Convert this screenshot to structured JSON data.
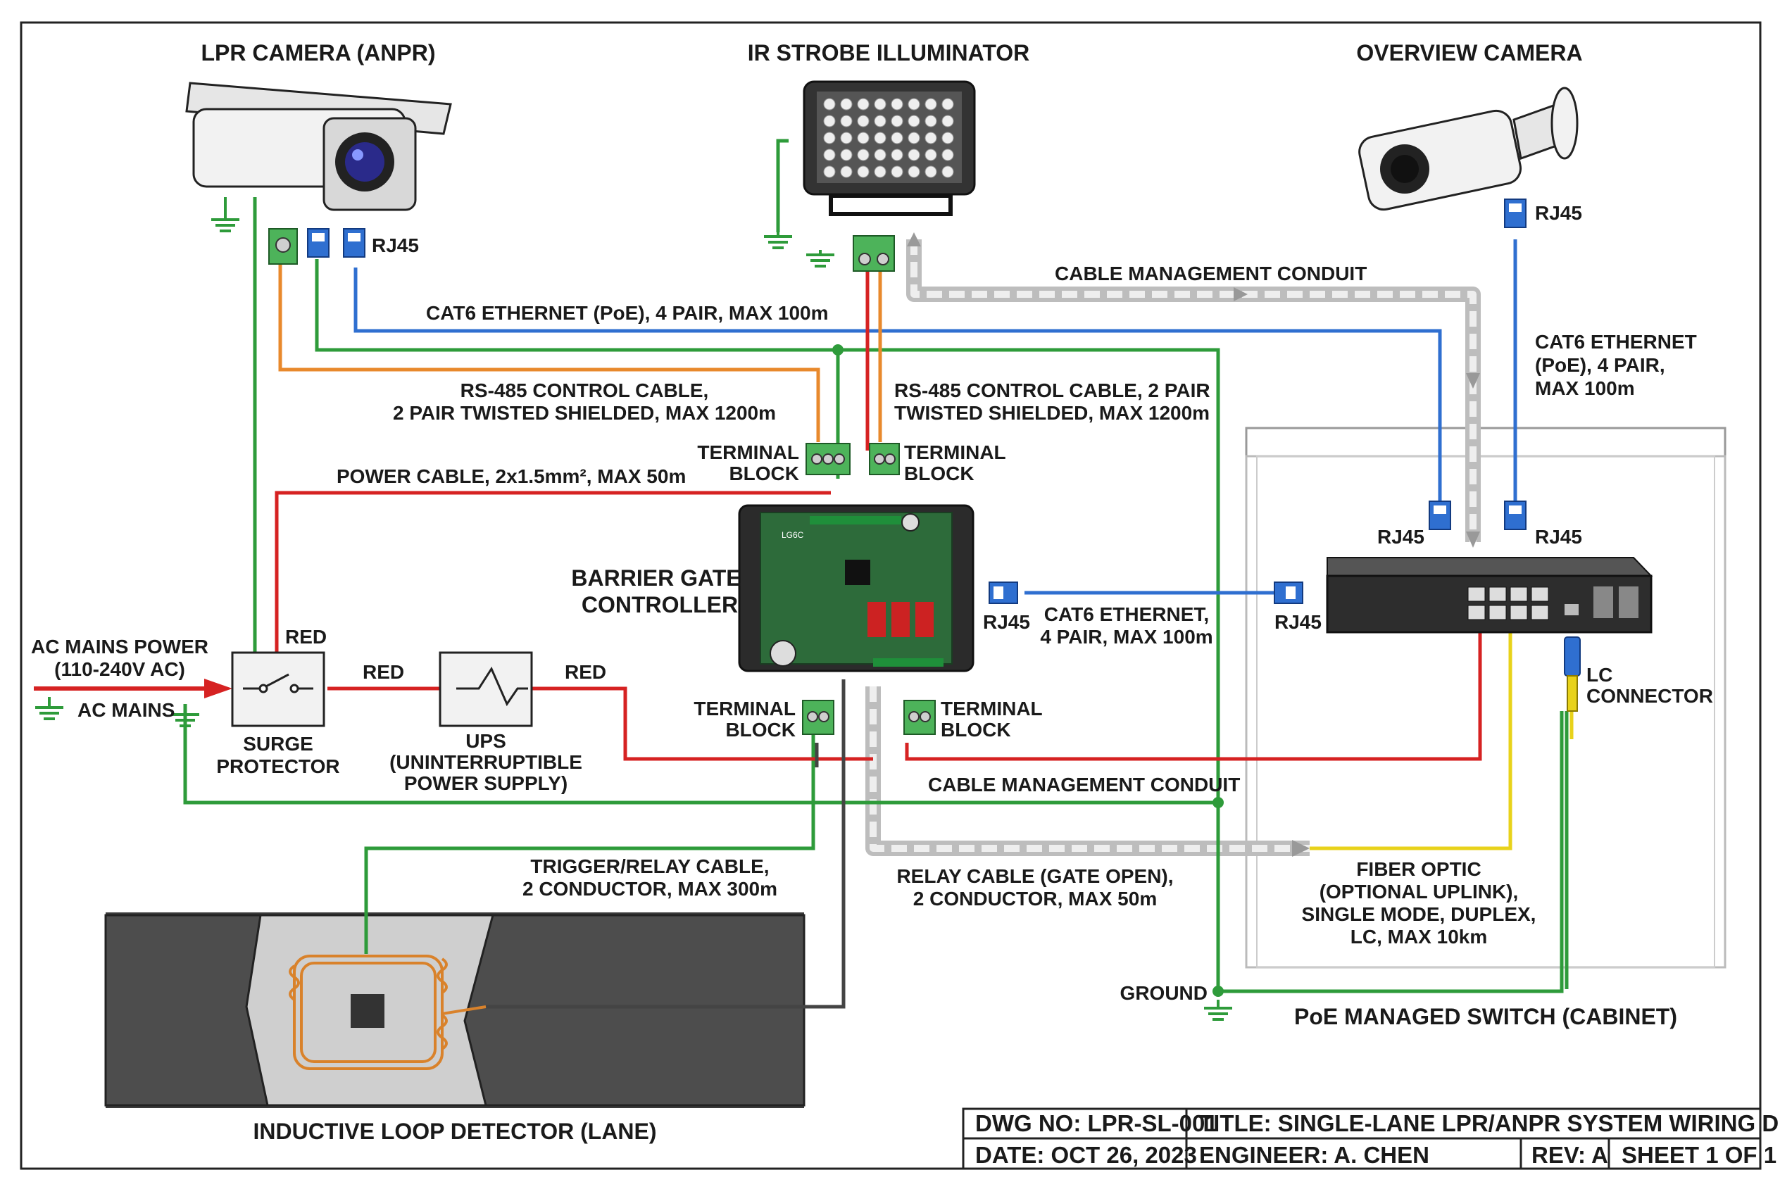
{
  "devices": {
    "lpr_camera": "LPR CAMERA (ANPR)",
    "ir_strobe": "IR STROBE ILLUMINATOR",
    "overview_camera": "OVERVIEW CAMERA",
    "controller": [
      "BARRIER GATE",
      "CONTROLLER"
    ],
    "surge": [
      "SURGE",
      "PROTECTOR"
    ],
    "ups": [
      "UPS",
      "(UNINTERRUPTIBLE",
      "POWER SUPPLY)"
    ],
    "loop": "INDUCTIVE LOOP DETECTOR (LANE)",
    "switch": "PoE MANAGED SWITCH (CABINET)",
    "controller_brand": "LG6C"
  },
  "labels": {
    "rj45": "RJ45",
    "ac_mains_power": [
      "AC MAINS POWER",
      "(110-240V AC)"
    ],
    "ac_mains": "AC MAINS",
    "red": "RED",
    "terminal_block": [
      "TERMINAL",
      "BLOCK"
    ],
    "ground": "GROUND",
    "lc_connector": [
      "LC",
      "CONNECTOR"
    ]
  },
  "cables": {
    "cat6_poe_top": "CAT6 ETHERNET (PoE), 4 PAIR, MAX 100m",
    "cable_conduit_top": "CABLE MANAGEMENT CONDUIT",
    "cat6_poe_right": [
      "CAT6 ETHERNET",
      "(PoE), 4 PAIR,",
      "MAX 100m"
    ],
    "rs485_left": [
      "RS-485 CONTROL CABLE,",
      "2 PAIR TWISTED SHIELDED, MAX 1200m"
    ],
    "rs485_right": [
      "RS-485 CONTROL CABLE, 2 PAIR",
      "TWISTED SHIELDED, MAX 1200m"
    ],
    "power_cable": "POWER CABLE, 2x1.5mm², MAX 50m",
    "cat6_mid": [
      "CAT6 ETHERNET,",
      "4 PAIR, MAX 100m"
    ],
    "cable_conduit_bottom": "CABLE MANAGEMENT CONDUIT",
    "trigger": [
      "TRIGGER/RELAY CABLE,",
      "2 CONDUCTOR, MAX 300m"
    ],
    "relay": [
      "RELAY CABLE (GATE OPEN),",
      "2 CONDUCTOR, MAX 50m"
    ],
    "fiber": [
      "FIBER OPTIC",
      "(OPTIONAL UPLINK),",
      "SINGLE MODE, DUPLEX,",
      "LC, MAX 10km"
    ]
  },
  "title_block": {
    "dwg_no": "DWG NO: LPR-SL-001",
    "title": "TITLE: SINGLE-LANE LPR/ANPR SYSTEM WIRING DIAGRAM",
    "date": "DATE: OCT 26, 2023",
    "engineer": "ENGINEER: A. CHEN",
    "rev": "REV: A",
    "sheet": "SHEET 1 OF 1"
  },
  "colors": {
    "ethernet": "#2f6fd0",
    "ground": "#2e9b3a",
    "power": "#d62222",
    "rs485": "#e8892c",
    "fiber": "#e8d21a",
    "relay": "#444444",
    "conduit": "#bdbdbd",
    "loop_coil": "#d9822b",
    "pcb": "#2d6b3a"
  }
}
